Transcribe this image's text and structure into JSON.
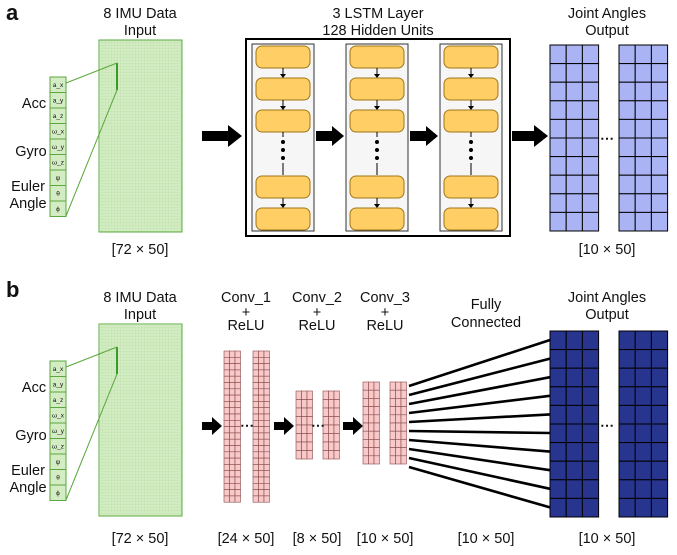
{
  "colors": {
    "input_fill": "#d3ecc4",
    "input_stroke": "#5aa83c",
    "lstm_fill": "#ffcf66",
    "lstm_stroke": "#a07618",
    "out_a_fill": "#aab4f4",
    "out_b_fill": "#28358f",
    "conv_fill": "#f7c9c9",
    "conv_stroke": "#8a4a4a"
  },
  "panel_a": {
    "letter": "a",
    "input_title_1": "8 IMU Data",
    "input_title_2": "Input",
    "input_dims": "[72 × 50]",
    "lstm_title_1": "3 LSTM Layer",
    "lstm_title_2": "128 Hidden Units",
    "output_title_1": "Joint Angles",
    "output_title_2": "Output",
    "output_dims": "[10 × 50]",
    "ellipsis": "⋯"
  },
  "panel_b": {
    "letter": "b",
    "input_title_1": "8 IMU Data",
    "input_title_2": "Input",
    "input_dims": "[72 × 50]",
    "conv1_title": "Conv_1",
    "conv1_plus": "+",
    "conv1_relu": "ReLU",
    "conv1_dims": "[24 × 50]",
    "conv2_title": "Conv_2",
    "conv2_plus": "+",
    "conv2_relu": "ReLU",
    "conv2_dims": "[8 × 50]",
    "conv3_title": "Conv_3",
    "conv3_plus": "+",
    "conv3_relu": "ReLU",
    "conv3_dims": "[10 × 50]",
    "fc_title_1": "Fully",
    "fc_title_2": "Connected",
    "fc_dims": "[10 × 50]",
    "output_title_1": "Joint Angles",
    "output_title_2": "Output",
    "output_dims": "[10 × 50]",
    "ellipsis": "⋯"
  },
  "sensor_labels": {
    "acc": "Acc",
    "gyro": "Gyro",
    "euler_1": "Euler",
    "euler_2": "Angle"
  },
  "sensor_channels": [
    "a_x",
    "a_y",
    "a_z",
    "ω_x",
    "ω_y",
    "ω_z",
    "ψ",
    "θ",
    "ϕ"
  ]
}
